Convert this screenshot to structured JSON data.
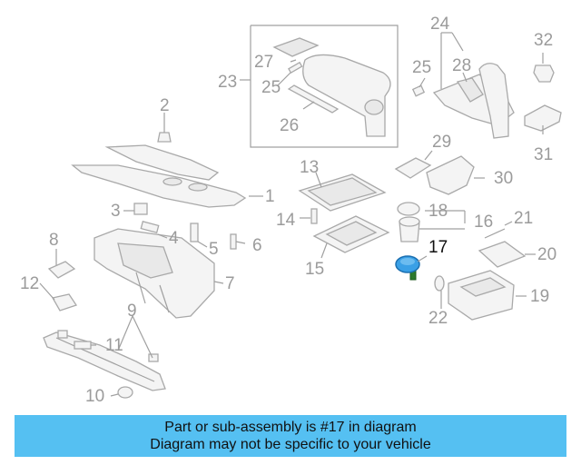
{
  "diagram": {
    "callouts": [
      "1",
      "2",
      "3",
      "4",
      "5",
      "6",
      "7",
      "8",
      "9",
      "10",
      "11",
      "12",
      "13",
      "14",
      "15",
      "16",
      "17",
      "18",
      "19",
      "20",
      "21",
      "22",
      "23",
      "24",
      "25",
      "25",
      "26",
      "27",
      "28",
      "29",
      "30",
      "31",
      "32"
    ],
    "highlight_label": "17",
    "colors": {
      "highlight_part": "#3aa0e6",
      "highlight_stem": "#2d7a2d",
      "parts": "#a9a9a9",
      "labels": "#9b9b9b"
    }
  },
  "banner": {
    "line1": "Part or sub-assembly is #17 in diagram",
    "line2": "Diagram may not be specific to your vehicle",
    "color": "#55c0f2"
  }
}
